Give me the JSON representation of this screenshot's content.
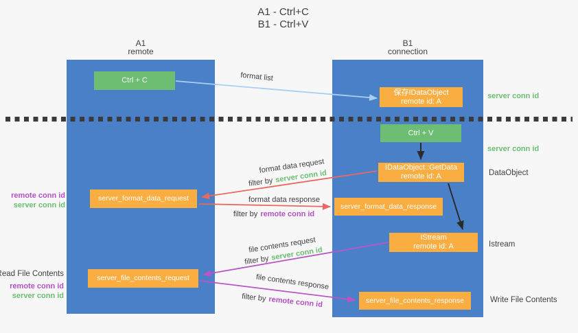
{
  "title": {
    "line1": "A1 - Ctrl+C",
    "line2": "B1 - Ctrl+V"
  },
  "lanes": {
    "a1": {
      "name": "A1",
      "subtitle": "remote"
    },
    "b1": {
      "name": "B1",
      "subtitle": "connection"
    }
  },
  "nodes": {
    "ctrl_c": {
      "label": "Ctrl + C"
    },
    "save_idataobject": {
      "line1": "保存IDataObject",
      "line2": "remote id: A"
    },
    "ctrl_v": {
      "label": "Ctrl + V"
    },
    "getdata": {
      "line1": "IDataObject::GetData",
      "line2": "remote id: A"
    },
    "server_format_data_request": {
      "label": "server_format_data_request"
    },
    "server_format_data_response": {
      "label": "server_format_data_response"
    },
    "istream": {
      "line1": "IStream",
      "line2": "remote id: A"
    },
    "server_file_contents_request": {
      "label": "server_file_contents_request"
    },
    "server_file_contents_response": {
      "label": "server_file_contents_response"
    }
  },
  "edge_labels": {
    "format_list": "format list",
    "format_data_request": "format data request",
    "format_data_response": "format data response",
    "file_contents_request": "file contents request",
    "file_contents_response": "file contents response",
    "filter_by": "filter by",
    "server_conn_id": "server conn id",
    "remote_conn_id": "remote conn id"
  },
  "side_labels": {
    "right_server_conn_id_top": "server conn id",
    "right_server_conn_id_mid": "server conn id",
    "dataobject": "DataObject",
    "istream": "Istream",
    "write_file_contents": "Write File Contents",
    "read_file_contents": "Read File Contents",
    "left_remote_conn_id_top": "remote conn id",
    "left_server_conn_id_top": "server conn id",
    "left_remote_conn_id_bottom": "remote conn id",
    "left_server_conn_id_bottom": "server conn id"
  },
  "colors": {
    "lane_blue": "#4a80c8",
    "box_green": "#6dbd72",
    "box_orange": "#faad41",
    "arrow_red": "#e8695f",
    "arrow_purple": "#ba55c6",
    "arrow_light_blue": "#a9cff2",
    "arrow_black": "#2b2b2b",
    "text_green": "#6abf70",
    "text_purple": "#b44fc6",
    "text_dark": "#3f3f3f",
    "background": "#f7f7f7"
  }
}
